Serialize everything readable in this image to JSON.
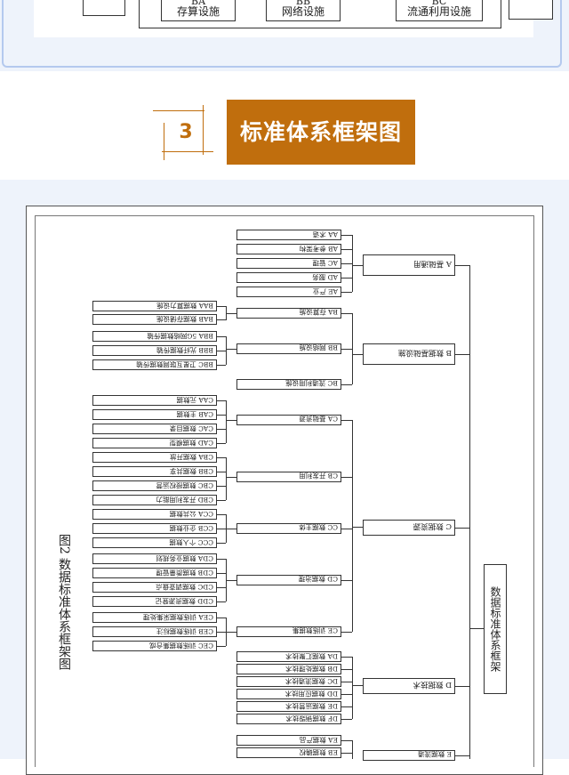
{
  "top_fragment": {
    "cells": [
      {
        "code": "BA",
        "name": "存算设施"
      },
      {
        "code": "BB",
        "name": "网络设施"
      },
      {
        "code": "BC",
        "name": "流通利用设施"
      }
    ]
  },
  "section": {
    "number": "3",
    "title": "标准体系框架图"
  },
  "figure": {
    "caption": "图2 数据标准体系框架图",
    "root": "数据标准体系框架",
    "level1": [
      {
        "code": "A",
        "name": "基础通用"
      },
      {
        "code": "B",
        "name": "数据基础设施"
      },
      {
        "code": "C",
        "name": "数据资源"
      },
      {
        "code": "D",
        "name": "数据技术"
      },
      {
        "code": "E",
        "name": "数据流通"
      }
    ],
    "a_items": [
      {
        "code": "AA",
        "name": "术语"
      },
      {
        "code": "AB",
        "name": "参考架构"
      },
      {
        "code": "AC",
        "name": "管理"
      },
      {
        "code": "AD",
        "name": "服务"
      },
      {
        "code": "AE",
        "name": "产业"
      }
    ],
    "b_level2": [
      {
        "code": "BA",
        "name": "存算设施"
      },
      {
        "code": "BB",
        "name": "网络设施"
      },
      {
        "code": "BC",
        "name": "流通利用设施"
      }
    ],
    "ba_items": [
      {
        "code": "BAA",
        "name": "数据算力设施"
      },
      {
        "code": "BAB",
        "name": "数据存储设施"
      }
    ],
    "bb_items": [
      {
        "code": "BBA",
        "name": "5G网络数据传输"
      },
      {
        "code": "BBB",
        "name": "光纤数据传输"
      },
      {
        "code": "BBC",
        "name": "卫星互联网数据传输"
      }
    ],
    "c_level2": [
      {
        "code": "CA",
        "name": "基础资源"
      },
      {
        "code": "CB",
        "name": "开发利用"
      },
      {
        "code": "CC",
        "name": "数据主体"
      },
      {
        "code": "CD",
        "name": "数据治理"
      },
      {
        "code": "CE",
        "name": "训练数据集"
      }
    ],
    "ca_items": [
      {
        "code": "CAA",
        "name": "元数据"
      },
      {
        "code": "CAB",
        "name": "主数据"
      },
      {
        "code": "CAC",
        "name": "数据目录"
      },
      {
        "code": "CAD",
        "name": "数据模型"
      }
    ],
    "cb_items": [
      {
        "code": "CBA",
        "name": "数据开放"
      },
      {
        "code": "CBB",
        "name": "数据共享"
      },
      {
        "code": "CBC",
        "name": "数据授权运营"
      },
      {
        "code": "CBD",
        "name": "开发利用能力"
      }
    ],
    "cc_items": [
      {
        "code": "CCA",
        "name": "公共数据"
      },
      {
        "code": "CCB",
        "name": "企业数据"
      },
      {
        "code": "CCC",
        "name": "个人数据"
      }
    ],
    "cd_items": [
      {
        "code": "CDA",
        "name": "数据业务规划"
      },
      {
        "code": "CDB",
        "name": "数据质量管理"
      },
      {
        "code": "CDC",
        "name": "数据调查盘点"
      },
      {
        "code": "CDD",
        "name": "数据资源登记"
      }
    ],
    "ce_items": [
      {
        "code": "CEA",
        "name": "训练数据采集处理"
      },
      {
        "code": "CEB",
        "name": "训练数据标注"
      },
      {
        "code": "CEC",
        "name": "训练数据集合成"
      }
    ],
    "d_items": [
      {
        "code": "DA",
        "name": "数据汇聚技术"
      },
      {
        "code": "DB",
        "name": "数据处理技术"
      },
      {
        "code": "DC",
        "name": "数据流通技术"
      },
      {
        "code": "DD",
        "name": "数据应用技术"
      },
      {
        "code": "DE",
        "name": "数据运营技术"
      },
      {
        "code": "DF",
        "name": "数据销毁技术"
      }
    ],
    "e_items": [
      {
        "code": "EA",
        "name": "数据产品"
      },
      {
        "code": "EB",
        "name": "数据确权"
      }
    ]
  }
}
